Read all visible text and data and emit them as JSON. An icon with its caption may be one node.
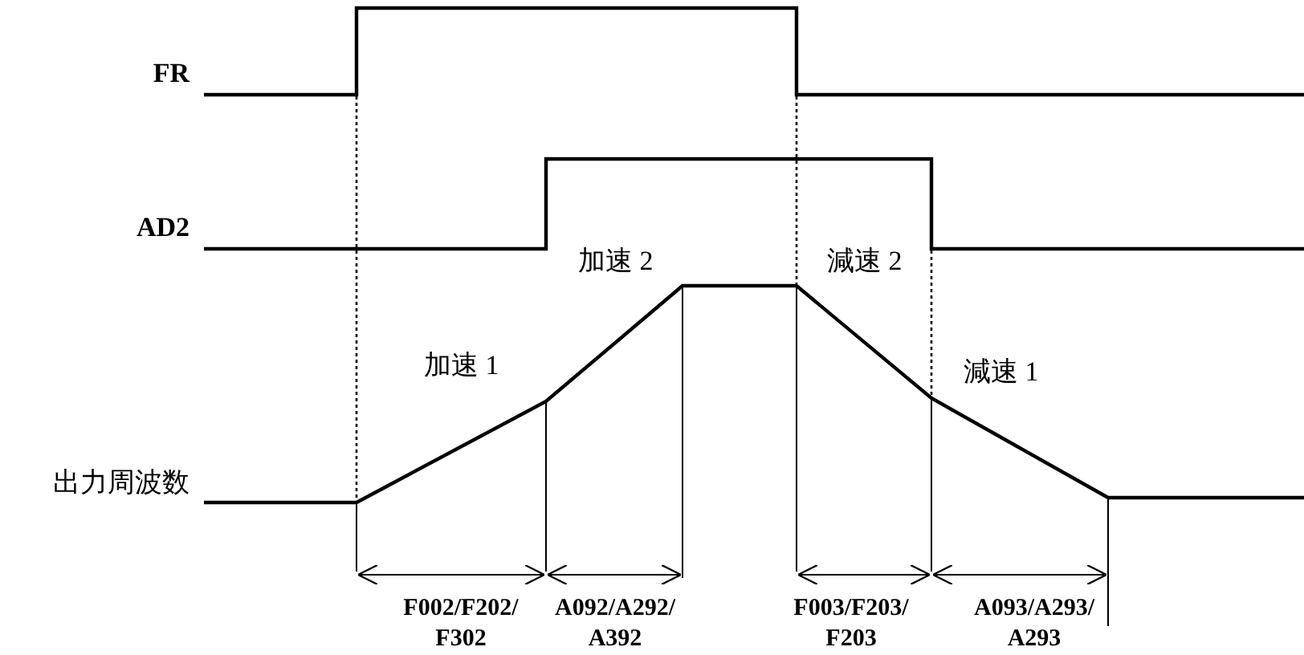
{
  "diagram": {
    "labels": [
      "FR",
      "AD2",
      "加速 2",
      "減速 2",
      "加速 1",
      "減速 1",
      "出力周波数",
      "F002/F202/ F302",
      "A092/A292/ A392",
      "F003/F203/ F203",
      "A093/A293/ A293"
    ]
  }
}
